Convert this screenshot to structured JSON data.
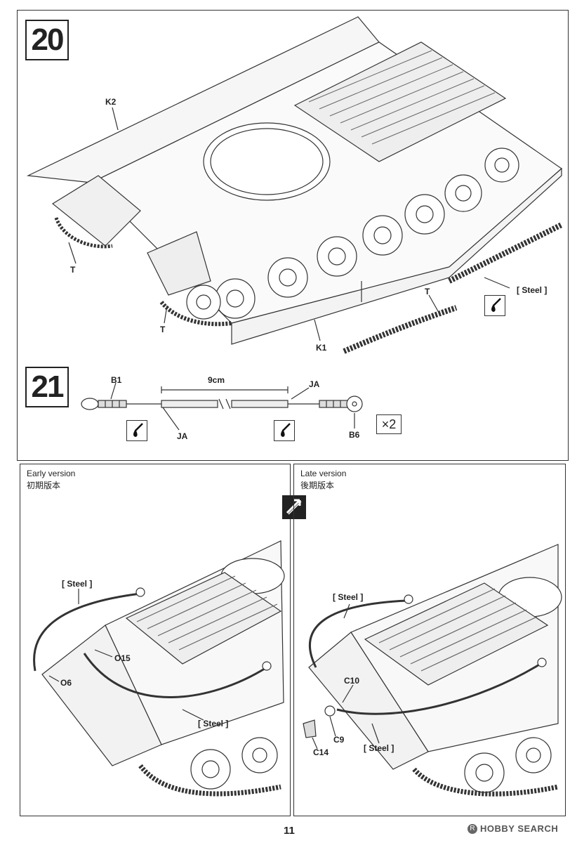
{
  "step20": {
    "number": "20",
    "labels": {
      "k2": "K2",
      "k1": "K1",
      "t_left": "T",
      "t_front": "T",
      "t_right": "T",
      "steel": "[ Steel ]"
    }
  },
  "step21": {
    "number": "21",
    "labels": {
      "b1": "B1",
      "b6": "B6",
      "ja_top": "JA",
      "ja_left": "JA",
      "length": "9cm",
      "multiplier": "×2"
    }
  },
  "early": {
    "title": "Early version",
    "title_cn": "初期版本",
    "labels": {
      "steel_top": "[ Steel ]",
      "steel_bottom": "[ Steel ]",
      "o15": "O15",
      "o6": "O6"
    }
  },
  "late": {
    "title": "Late version",
    "title_cn": "後期版本",
    "labels": {
      "steel_top": "[ Steel ]",
      "steel_bottom": "[ Steel ]",
      "c10": "C10",
      "c9": "C9",
      "c14": "C14"
    }
  },
  "footer": {
    "page_number": "11",
    "watermark_brand": "HOBBY SEARCH"
  }
}
